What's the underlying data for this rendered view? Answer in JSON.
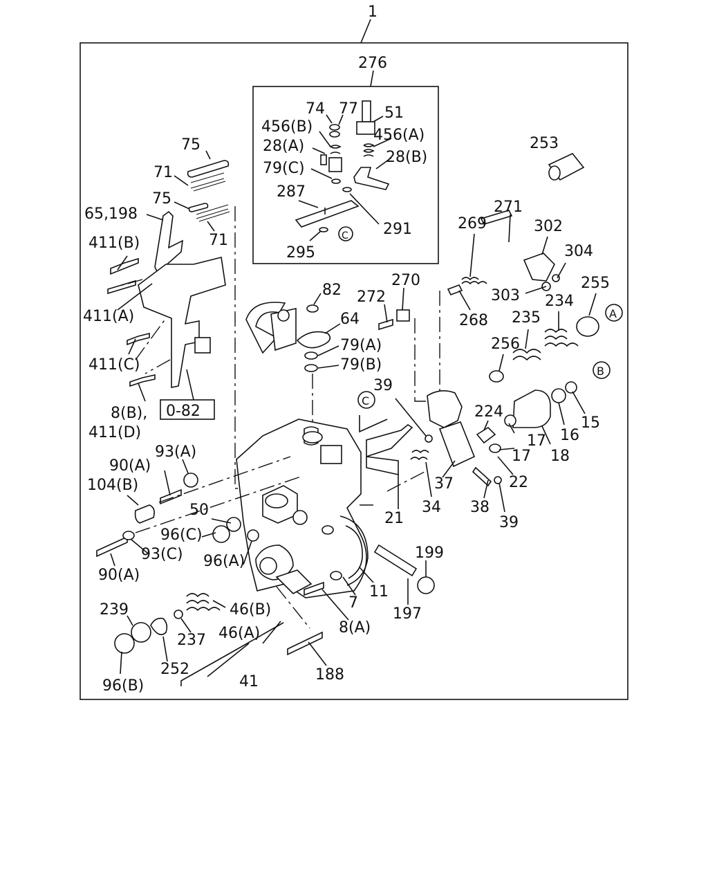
{
  "assembly_number": "1",
  "subassembly_number": "276",
  "ref_box_label": "0-82",
  "callout_marks": {
    "A": "A",
    "B": "B",
    "C": "C"
  },
  "part_labels": [
    "74",
    "77",
    "51",
    "456(B)",
    "456(A)",
    "28(A)",
    "28(B)",
    "79(C)",
    "287",
    "291",
    "295",
    "253",
    "75",
    "71",
    "75",
    "65,198",
    "71",
    "411(B)",
    "411(A)",
    "411(C)",
    "8(B),",
    "411(D)",
    "82",
    "64",
    "79(A)",
    "79(B)",
    "272",
    "270",
    "269",
    "271",
    "302",
    "304",
    "268",
    "303",
    "234",
    "255",
    "235",
    "256",
    "39",
    "224",
    "17",
    "16",
    "15",
    "17",
    "18",
    "22",
    "37",
    "34",
    "38",
    "39",
    "21",
    "90(A)",
    "93(A)",
    "104(B)",
    "50",
    "96(C)",
    "93(C)",
    "96(A)",
    "90(A)",
    "199",
    "7",
    "11",
    "197",
    "8(A)",
    "239",
    "46(B)",
    "46(A)",
    "237",
    "252",
    "41",
    "96(B)",
    "188"
  ]
}
